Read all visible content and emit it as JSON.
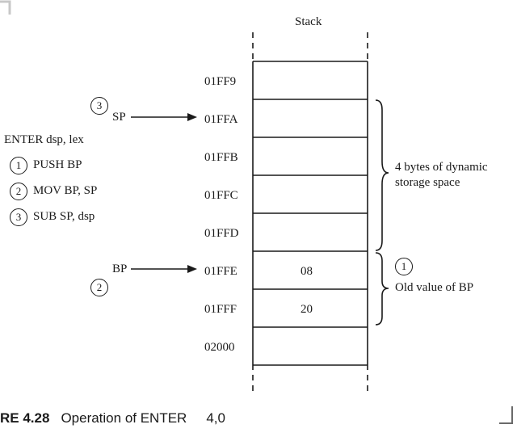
{
  "stack": {
    "title": "Stack",
    "rows": [
      {
        "address": "01FF9",
        "value": ""
      },
      {
        "address": "01FFA",
        "value": ""
      },
      {
        "address": "01FFB",
        "value": ""
      },
      {
        "address": "01FFC",
        "value": ""
      },
      {
        "address": "01FFD",
        "value": ""
      },
      {
        "address": "01FFE",
        "value": "08"
      },
      {
        "address": "01FFF",
        "value": "20"
      },
      {
        "address": "02000",
        "value": ""
      }
    ]
  },
  "pointers": {
    "sp": {
      "label": "SP",
      "step": "3"
    },
    "bp": {
      "label": "BP",
      "step": "2"
    }
  },
  "instruction": {
    "title": "ENTER dsp, lex",
    "steps": [
      {
        "num": "1",
        "text": "PUSH BP"
      },
      {
        "num": "2",
        "text": "MOV BP, SP"
      },
      {
        "num": "3",
        "text": "SUB SP, dsp"
      }
    ]
  },
  "annotations": {
    "dynamic": {
      "line1": "4 bytes of dynamic",
      "line2": "storage space"
    },
    "old_bp": {
      "step": "1",
      "text": "Old value of BP"
    }
  },
  "caption": {
    "label": "RE 4.28",
    "text": "Operation of ENTER",
    "args": "4,0"
  }
}
